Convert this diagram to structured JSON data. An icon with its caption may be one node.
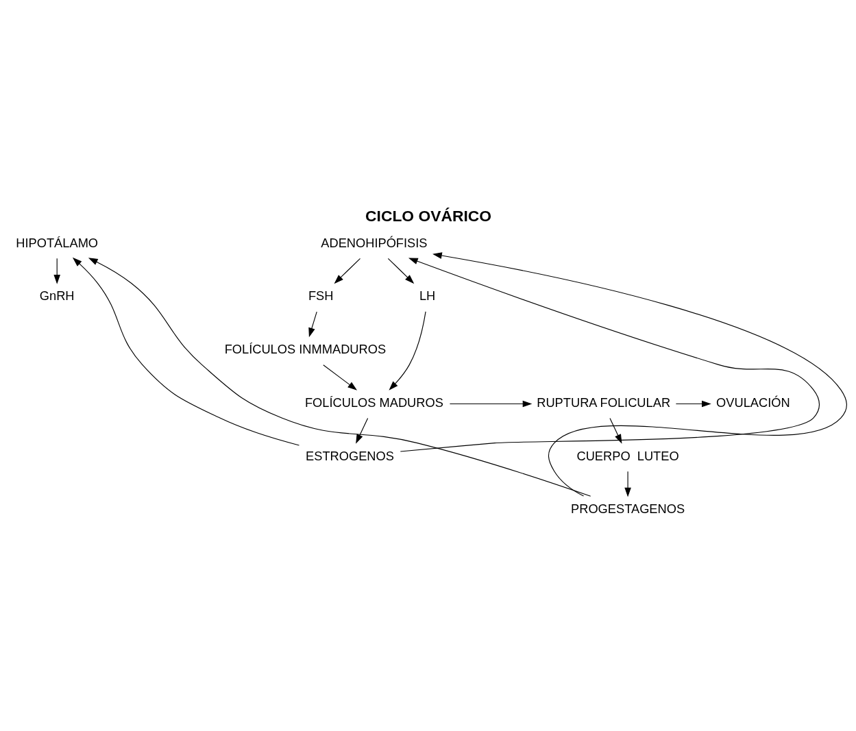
{
  "diagram": {
    "title": "CICLO OVÁRICO",
    "nodes": [
      {
        "text": [
          "HIPOTÁLAMO"
        ]
      },
      {
        "text": [
          "GnRH"
        ]
      },
      {
        "text": [
          "ADENOHIPÓFISIS"
        ]
      },
      {
        "text": [
          "FSH"
        ]
      },
      {
        "text": [
          "LH"
        ]
      },
      {
        "text": [
          "FOLÍCULOS INMMADUROS"
        ]
      },
      {
        "text": [
          "FOLÍCULOS MADUROS"
        ]
      },
      {
        "text": [
          "RUPTURA FOLICULAR"
        ]
      },
      {
        "text": [
          "OVULACIÓN"
        ]
      },
      {
        "text": [
          "ESTROGENOS"
        ]
      },
      {
        "text": [
          "CUERPO  LUTEO"
        ]
      },
      {
        "text": [
          "PROGESTAGENOS"
        ]
      }
    ],
    "edges": [
      {
        "from": 0,
        "to": 1,
        "arrow": "to"
      },
      {
        "from": 2,
        "to": 3,
        "arrow": "to"
      },
      {
        "from": 2,
        "to": 4,
        "arrow": "to"
      },
      {
        "from": 3,
        "to": 5,
        "arrow": "to"
      },
      {
        "from": 5,
        "to": 6,
        "arrow": "to"
      },
      {
        "from": 4,
        "to": 6,
        "arrow": "to"
      },
      {
        "from": 6,
        "to": 7,
        "arrow": "to"
      },
      {
        "from": 7,
        "to": 8,
        "arrow": "to"
      },
      {
        "from": 6,
        "to": 9,
        "arrow": "to"
      },
      {
        "from": 7,
        "to": 10,
        "arrow": "to"
      },
      {
        "from": 10,
        "to": 11,
        "arrow": "to"
      },
      {
        "from": 9,
        "to": 0,
        "arrow": "to"
      },
      {
        "from": 9,
        "to": 2,
        "arrow": "to"
      },
      {
        "from": 11,
        "to": 0,
        "arrow": "to"
      },
      {
        "from": 11,
        "to": 2,
        "arrow": "to"
      }
    ]
  }
}
